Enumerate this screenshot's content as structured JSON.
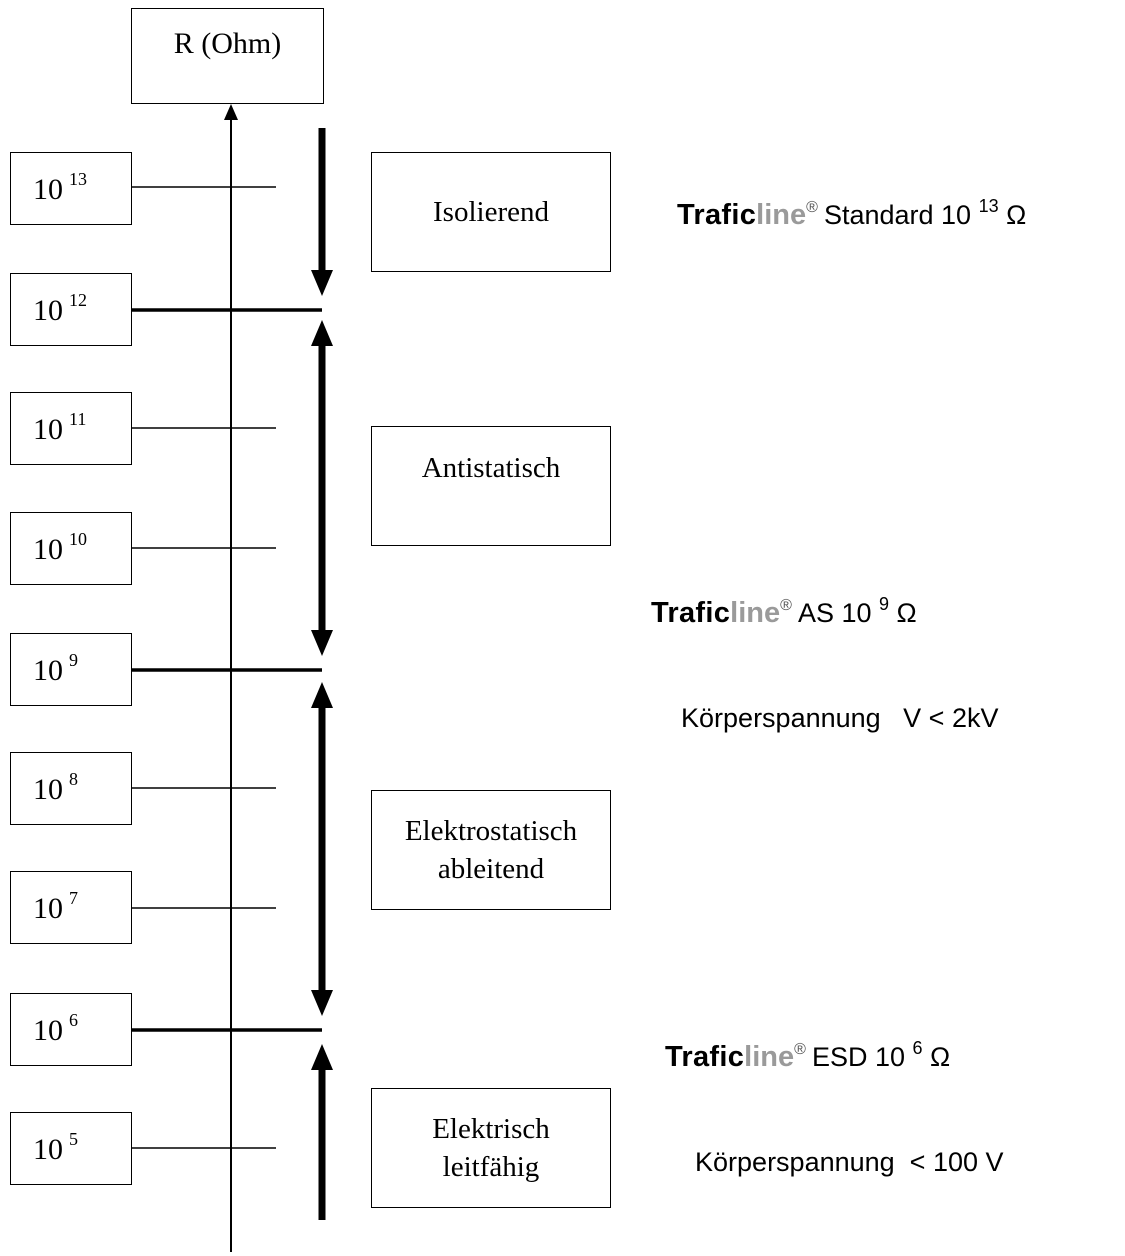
{
  "axis_title": "R (Ohm)",
  "ticks": [
    {
      "base": "10",
      "exp": "13"
    },
    {
      "base": "10",
      "exp": "12"
    },
    {
      "base": "10",
      "exp": "11"
    },
    {
      "base": "10",
      "exp": "10"
    },
    {
      "base": "10",
      "exp": "9"
    },
    {
      "base": "10",
      "exp": "8"
    },
    {
      "base": "10",
      "exp": "7"
    },
    {
      "base": "10",
      "exp": "6"
    },
    {
      "base": "10",
      "exp": "5"
    }
  ],
  "categories": [
    {
      "lines": [
        "Isolierend"
      ]
    },
    {
      "lines": [
        "Antistatisch"
      ]
    },
    {
      "lines": [
        "Elektrostatisch",
        "ableitend"
      ]
    },
    {
      "lines": [
        "Elektrisch",
        "leitfähig"
      ]
    }
  ],
  "notes": [
    {
      "brand_a": "Trafic",
      "brand_b": "line",
      "reg": "®",
      "text": "Standard 10",
      "exp": "13",
      "unit": "Ω"
    },
    {
      "brand_a": "Trafic",
      "brand_b": "line",
      "reg": "®",
      "text": "AS 10",
      "exp": "9",
      "unit": "Ω"
    },
    {
      "plain": "Körperspannung   V < 2kV"
    },
    {
      "brand_a": "Trafic",
      "brand_b": "line",
      "reg": "®",
      "text": "ESD 10",
      "exp": "6",
      "unit": "Ω"
    },
    {
      "plain": "Körperspannung  < 100 V"
    }
  ]
}
